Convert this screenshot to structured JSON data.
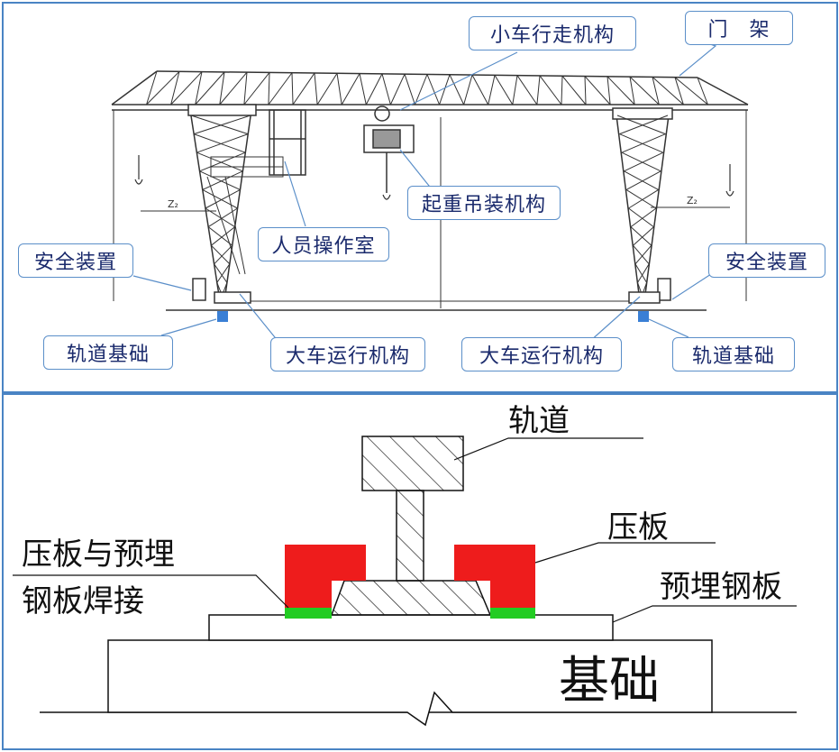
{
  "top": {
    "labels": {
      "gantry": "门　架",
      "trolley": "小车行走机构",
      "hoist": "起重吊装机构",
      "cabin": "人员操作室",
      "safety_left": "安全装置",
      "safety_right": "安全装置",
      "rail_base_left": "轨道基础",
      "rail_base_right": "轨道基础",
      "travel_left": "大车运行机构",
      "travel_right": "大车运行机构"
    },
    "dim_left": "Z₂",
    "dim_right": "Z₂"
  },
  "bottom": {
    "rail": "轨道",
    "clamp": "压板",
    "weld_line1": "压板与预埋",
    "weld_line2": "钢板焊接",
    "embedded_plate": "预埋钢板",
    "foundation": "基础"
  },
  "colors": {
    "border": "#4a84c4",
    "callout_text": "#1a2a6c",
    "clamp": "#ee1c1c",
    "weld": "#22cc22",
    "rail_block": "#3a7fd5"
  }
}
